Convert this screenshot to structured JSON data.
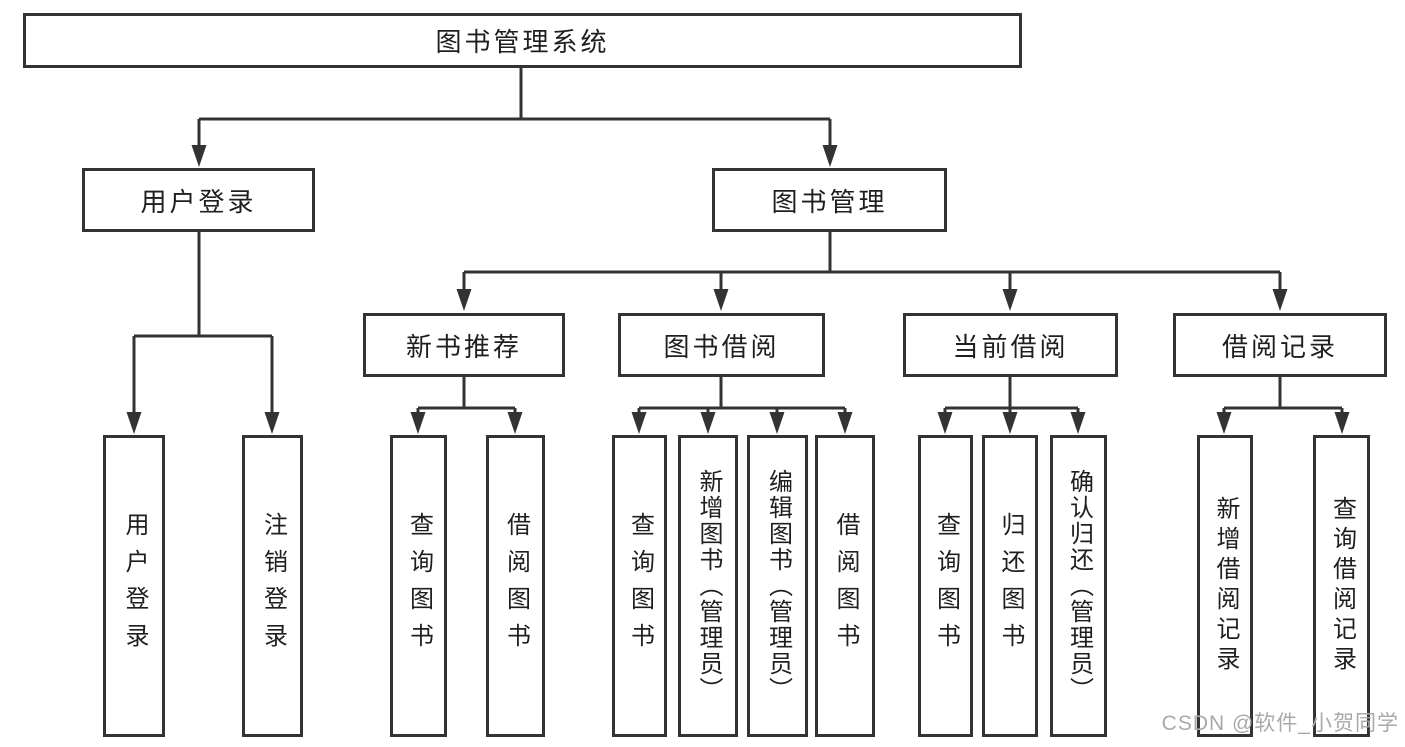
{
  "diagram": {
    "root": {
      "label": "图书管理系统"
    },
    "branches": [
      {
        "label": "用户登录",
        "children": [
          {
            "label": "用户登录"
          },
          {
            "label": "注销登录"
          }
        ]
      },
      {
        "label": "图书管理",
        "children": [
          {
            "label": "新书推荐",
            "children": [
              {
                "label": "查询图书"
              },
              {
                "label": "借阅图书"
              }
            ]
          },
          {
            "label": "图书借阅",
            "children": [
              {
                "label": "查询图书"
              },
              {
                "label": "新增图书（管理员）"
              },
              {
                "label": "编辑图书（管理员）"
              },
              {
                "label": "借阅图书"
              }
            ]
          },
          {
            "label": "当前借阅",
            "children": [
              {
                "label": "查询图书"
              },
              {
                "label": "归还图书"
              },
              {
                "label": "确认归还（管理员）"
              }
            ]
          },
          {
            "label": "借阅记录",
            "children": [
              {
                "label": "新增借阅记录"
              },
              {
                "label": "查询借阅记录"
              }
            ]
          }
        ]
      }
    ]
  },
  "watermark": {
    "text": "CSDN @软件_小贺同学"
  },
  "colors": {
    "line": "#333333",
    "text": "#1f1f1f",
    "box_background": "#ffffff",
    "page_background": "#ffffff",
    "watermark": "#a9a9a9"
  }
}
